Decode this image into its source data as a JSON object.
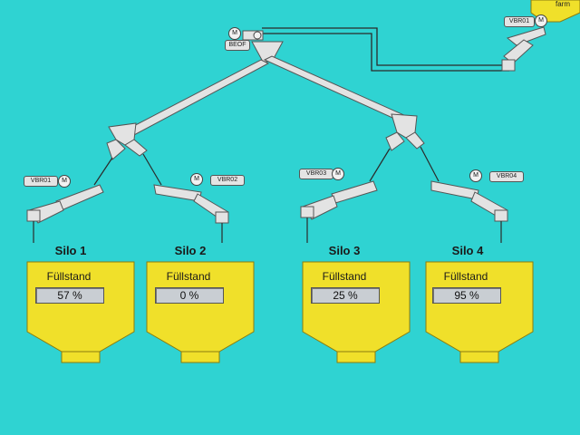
{
  "source_label": "farm",
  "motor_glyph": "M",
  "top_conveyor": {
    "tag": "BEOF"
  },
  "feed_conveyor": {
    "tag": "VBR01"
  },
  "silos": [
    {
      "title": "Silo 1",
      "fill_label": "Füllstand",
      "fill_value": "57 %",
      "fill_level": 0.57,
      "tag": "VBR01"
    },
    {
      "title": "Silo 2",
      "fill_label": "Füllstand",
      "fill_value": "0 %",
      "fill_level": 0.0,
      "tag": "VBR02"
    },
    {
      "title": "Silo 3",
      "fill_label": "Füllstand",
      "fill_value": "25 %",
      "fill_level": 0.25,
      "tag": "VBR03"
    },
    {
      "title": "Silo 4",
      "fill_label": "Füllstand",
      "fill_value": "95 %",
      "fill_level": 0.95,
      "tag": "VBR04"
    }
  ],
  "colors": {
    "background": "#2fd3d2",
    "silo_fill": "#f0e02a",
    "silo_stroke": "#8a7d10",
    "conveyor": "#e3e3e3",
    "pipe": "#2a2a2a"
  }
}
